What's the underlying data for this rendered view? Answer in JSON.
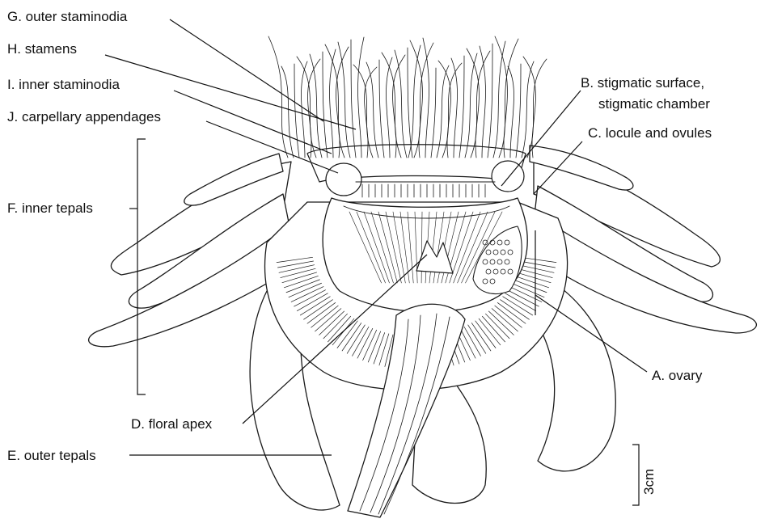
{
  "labels": {
    "outer_staminodia": "G. outer staminodia",
    "stamens": "H. stamens",
    "inner_staminodia": "I. inner staminodia",
    "carpellary_appendages": "J. carpellary appendages",
    "inner_tepals": "F. inner tepals",
    "floral_apex": "D. floral apex",
    "outer_tepals": "E. outer tepals",
    "stigmatic_line1": "B. stigmatic surface,",
    "stigmatic_line2": "stigmatic chamber",
    "locule_ovules": "C. locule and ovules",
    "ovary": "A. ovary"
  },
  "scale_bar": {
    "label": "3cm"
  }
}
